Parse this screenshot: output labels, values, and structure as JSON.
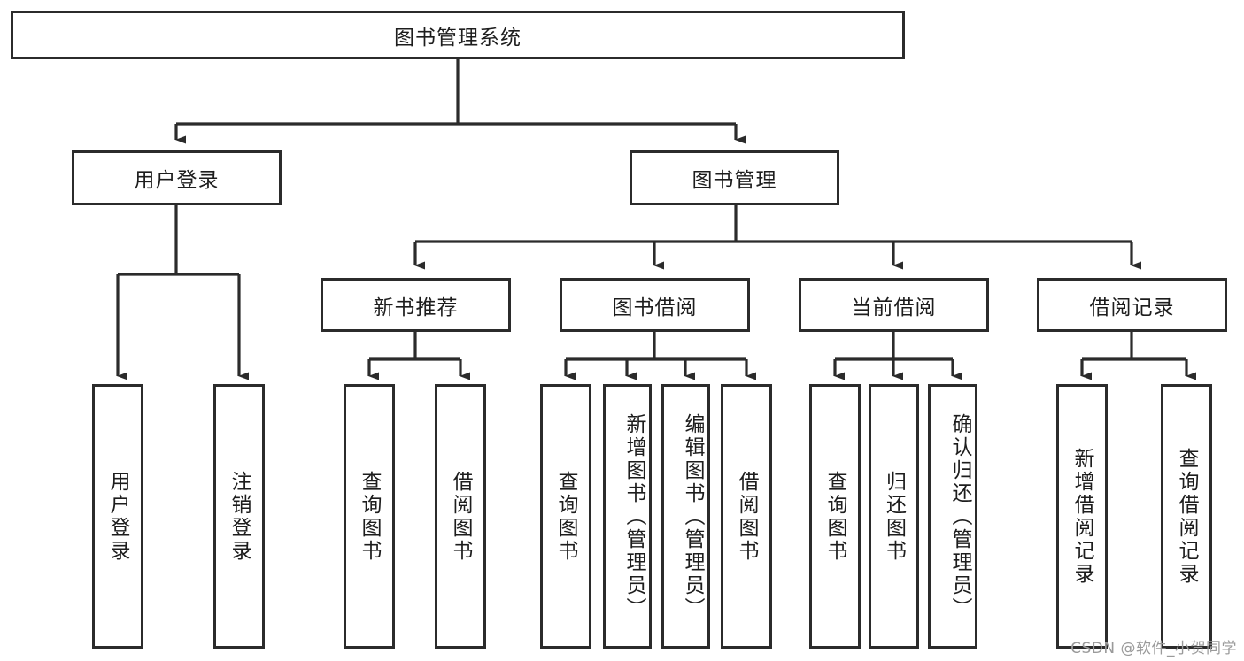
{
  "diagram": {
    "type": "tree-hierarchy",
    "title": "图书管理系统",
    "watermark": "CSDN @软件_小贺同学",
    "colors": {
      "stroke": "#2b2b2b",
      "fill": "#ffffff",
      "text": "#1d1d1d",
      "watermark": "#9a9a9a"
    },
    "nodes": {
      "root": {
        "label": "图书管理系统",
        "orientation": "horizontal"
      },
      "level2": [
        {
          "id": "user-login",
          "label": "用户登录",
          "orientation": "horizontal"
        },
        {
          "id": "book-manage",
          "label": "图书管理",
          "orientation": "horizontal"
        }
      ],
      "level3": [
        {
          "id": "new-book-rec",
          "label": "新书推荐",
          "orientation": "horizontal"
        },
        {
          "id": "book-borrow",
          "label": "图书借阅",
          "orientation": "horizontal"
        },
        {
          "id": "current-borrow",
          "label": "当前借阅",
          "orientation": "horizontal"
        },
        {
          "id": "borrow-record",
          "label": "借阅记录",
          "orientation": "horizontal"
        }
      ],
      "leaves": [
        {
          "id": "leaf-user-login",
          "label": "用户登录",
          "orientation": "vertical",
          "parent": "user-login"
        },
        {
          "id": "leaf-logout",
          "label": "注销登录",
          "orientation": "vertical",
          "parent": "user-login"
        },
        {
          "id": "leaf-query-book-1",
          "label": "查询图书",
          "orientation": "vertical",
          "parent": "new-book-rec"
        },
        {
          "id": "leaf-borrow-book-1",
          "label": "借阅图书",
          "orientation": "vertical",
          "parent": "new-book-rec"
        },
        {
          "id": "leaf-query-book-2",
          "label": "查询图书",
          "orientation": "vertical",
          "parent": "book-borrow"
        },
        {
          "id": "leaf-add-book",
          "label": "新增图书（管理员）",
          "orientation": "vertical",
          "parent": "book-borrow"
        },
        {
          "id": "leaf-edit-book",
          "label": "编辑图书（管理员）",
          "orientation": "vertical",
          "parent": "book-borrow"
        },
        {
          "id": "leaf-borrow-book-2",
          "label": "借阅图书",
          "orientation": "vertical",
          "parent": "book-borrow"
        },
        {
          "id": "leaf-query-book-3",
          "label": "查询图书",
          "orientation": "vertical",
          "parent": "current-borrow"
        },
        {
          "id": "leaf-return-book",
          "label": "归还图书",
          "orientation": "vertical",
          "parent": "current-borrow"
        },
        {
          "id": "leaf-confirm-return",
          "label": "确认归还（管理员）",
          "orientation": "vertical",
          "parent": "current-borrow"
        },
        {
          "id": "leaf-add-record",
          "label": "新增借阅记录",
          "orientation": "vertical",
          "parent": "borrow-record"
        },
        {
          "id": "leaf-query-record",
          "label": "查询借阅记录",
          "orientation": "vertical",
          "parent": "borrow-record"
        }
      ]
    }
  }
}
